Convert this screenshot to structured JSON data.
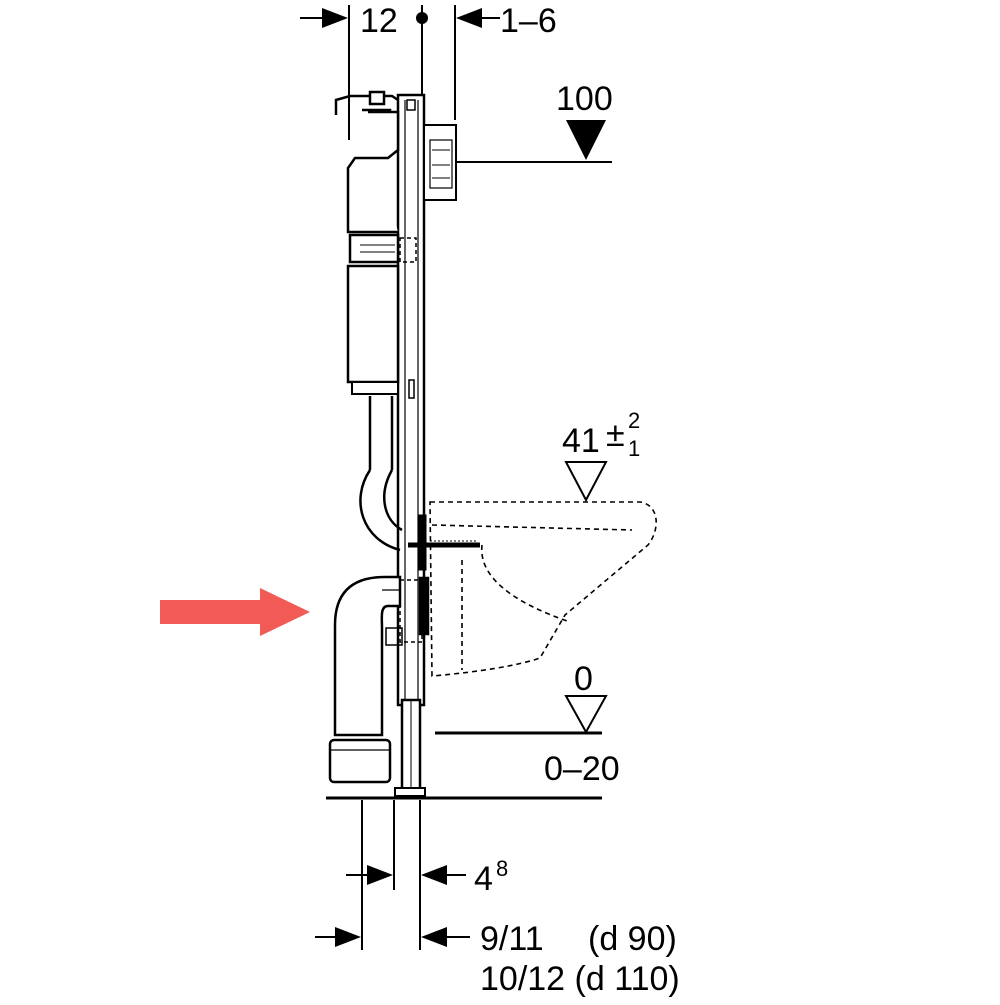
{
  "dimensions": {
    "top_left": "12",
    "top_right": "1–6",
    "level_100": "100",
    "seat_height_base": "41",
    "seat_height_pm": "±",
    "seat_height_plus": "2",
    "seat_height_minus": "1",
    "floor_level": "0",
    "floor_range": "0–20",
    "bottom_4_base": "4",
    "bottom_4_sup": "8",
    "bottom_9_11": "9/11",
    "bottom_d90": "(d 90)",
    "bottom_10_12": "10/12 (d 110)"
  },
  "colors": {
    "arrow": "#f25a55",
    "line": "#000000"
  },
  "icons": {
    "highlight_arrow": "arrow-right-icon",
    "level_marker": "triangle-down-icon"
  }
}
